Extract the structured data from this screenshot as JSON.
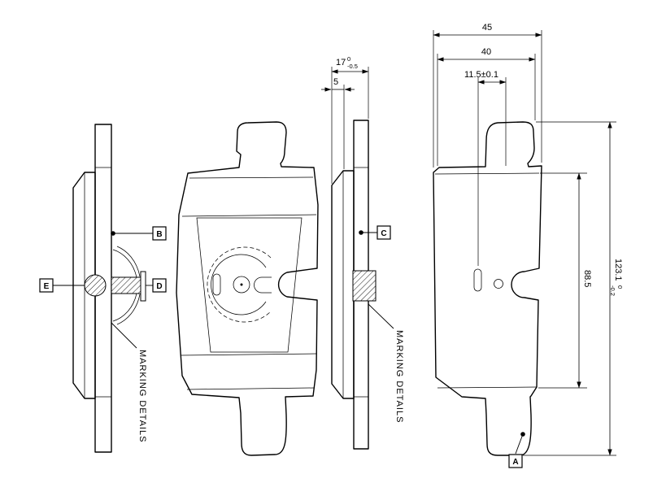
{
  "callouts": {
    "a": "A",
    "b": "B",
    "c": "C",
    "d": "D",
    "e": "E"
  },
  "dimensions": {
    "overall_width": "45",
    "inner_width": "40",
    "hole_offset": "11.5±0.1",
    "total_thickness": "17",
    "total_thickness_tol_upper": "0",
    "total_thickness_tol_lower": "-0.5",
    "plate_step": "5",
    "pad_height": "88.5",
    "overall_height": "123.1",
    "overall_height_tol_upper": "0",
    "overall_height_tol_lower": "-0.2"
  },
  "notes": {
    "marking_left": "MARKING DETAILS",
    "marking_right": "MARKING DETAILS"
  }
}
